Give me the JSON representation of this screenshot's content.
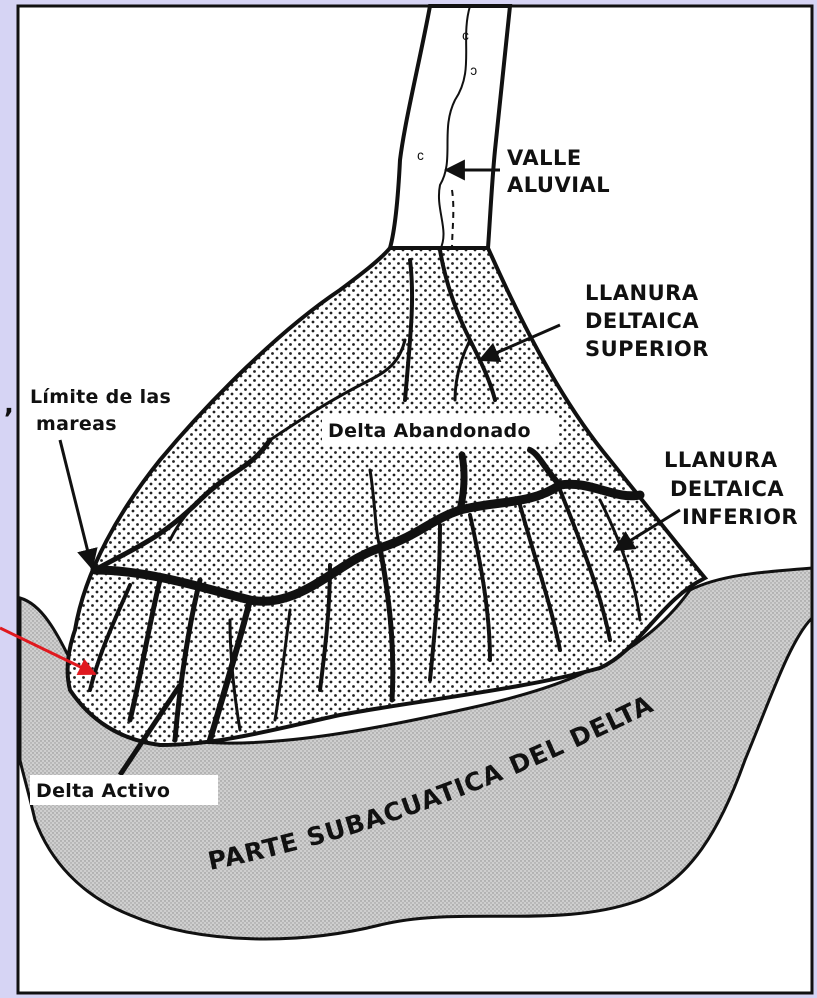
{
  "diagram": {
    "labels": {
      "valle_line1": "VALLE",
      "valle_line2": "ALUVIAL",
      "llanura_sup_line1": "LLANURA",
      "llanura_sup_line2": "DELTAICA",
      "llanura_sup_line3": "SUPERIOR",
      "limite_line1": "Límite de las",
      "limite_line2": "mareas",
      "delta_abandonado": "Delta Abandonado",
      "llanura_inf_line1": "LLANURA",
      "llanura_inf_line2": "DELTAICA",
      "llanura_inf_line3": "INFERIOR",
      "delta_activo": "Delta Activo",
      "parte_subacuatica": "PARTE SUBACUATICA DEL DELTA",
      "margin_mark": ","
    },
    "colors": {
      "frame_background": "#d6d4f4",
      "paper": "#ffffff",
      "ink": "#111111",
      "subaqueous_fill": "#c9c9c9",
      "red_pointer": "#e0191f"
    }
  }
}
